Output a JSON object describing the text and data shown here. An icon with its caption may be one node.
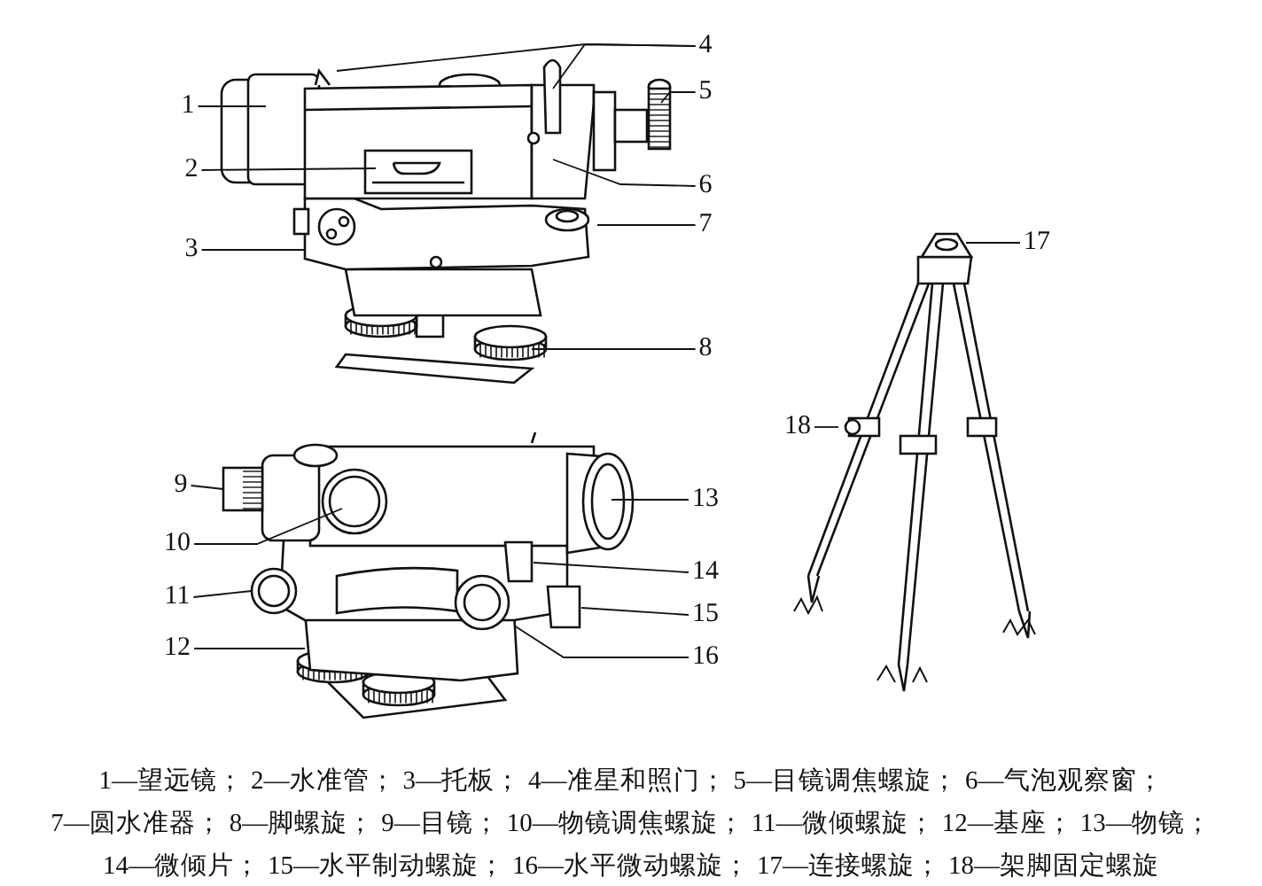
{
  "diagram": {
    "nodes": [
      {
        "text": [
          "1"
        ]
      },
      {
        "text": [
          "2"
        ]
      },
      {
        "text": [
          "3"
        ]
      },
      {
        "text": [
          "4"
        ]
      },
      {
        "text": [
          "5"
        ]
      },
      {
        "text": [
          "6"
        ]
      },
      {
        "text": [
          "7"
        ]
      },
      {
        "text": [
          "8"
        ]
      },
      {
        "text": [
          "9"
        ]
      },
      {
        "text": [
          "10"
        ]
      },
      {
        "text": [
          "11"
        ]
      },
      {
        "text": [
          "12"
        ]
      },
      {
        "text": [
          "13"
        ]
      },
      {
        "text": [
          "14"
        ]
      },
      {
        "text": [
          "15"
        ]
      },
      {
        "text": [
          "16"
        ]
      },
      {
        "text": [
          "17"
        ]
      },
      {
        "text": [
          "18"
        ]
      },
      {
        "text": [],
        "shape": "picture"
      },
      {
        "text": [],
        "shape": "circle"
      },
      {
        "text": [],
        "shape": "box"
      },
      {
        "text": [],
        "shape": "box"
      }
    ],
    "edges": [
      {
        "from": 0,
        "to": null,
        "arrow": "none"
      },
      {
        "from": 1,
        "to": null,
        "arrow": "none"
      },
      {
        "from": 2,
        "to": null,
        "arrow": "none"
      },
      {
        "from": 3,
        "to": null,
        "arrow": "none"
      },
      {
        "from": 3,
        "to": null,
        "arrow": "none"
      },
      {
        "from": 4,
        "to": null,
        "arrow": "none"
      },
      {
        "from": 5,
        "to": null,
        "arrow": "none"
      },
      {
        "from": 6,
        "to": null,
        "arrow": "none"
      },
      {
        "from": 7,
        "to": null,
        "arrow": "none"
      },
      {
        "from": 8,
        "to": 18,
        "arrow": "none"
      },
      {
        "from": 9,
        "to": null,
        "arrow": "none"
      },
      {
        "from": 10,
        "to": 19,
        "arrow": "none"
      },
      {
        "from": 11,
        "to": null,
        "arrow": "none"
      },
      {
        "from": 12,
        "to": null,
        "arrow": "none"
      },
      {
        "from": 13,
        "to": 20,
        "arrow": "none"
      },
      {
        "from": 14,
        "to": 21,
        "arrow": "none"
      },
      {
        "from": 15,
        "to": null,
        "arrow": "none"
      },
      {
        "from": 16,
        "to": null,
        "arrow": "none"
      },
      {
        "from": 17,
        "to": null,
        "arrow": "none"
      }
    ],
    "labels": [
      "1—望远镜；",
      "2—水准管；",
      "3—托板；",
      "4—准星和照门；",
      "5—目镜调焦螺旋；",
      "6—气泡观察窗；",
      "7—圆水准器；",
      "8—脚螺旋；",
      "9—目镜；",
      "10—物镜调焦螺旋；",
      "11—微倾螺旋；",
      "12—基座；",
      "13—物镜；",
      "14—微倾片；",
      "15—水平制动螺旋；",
      "16—水平微动螺旋；",
      "17—连接螺旋；",
      "18—架脚固定螺旋"
    ]
  }
}
